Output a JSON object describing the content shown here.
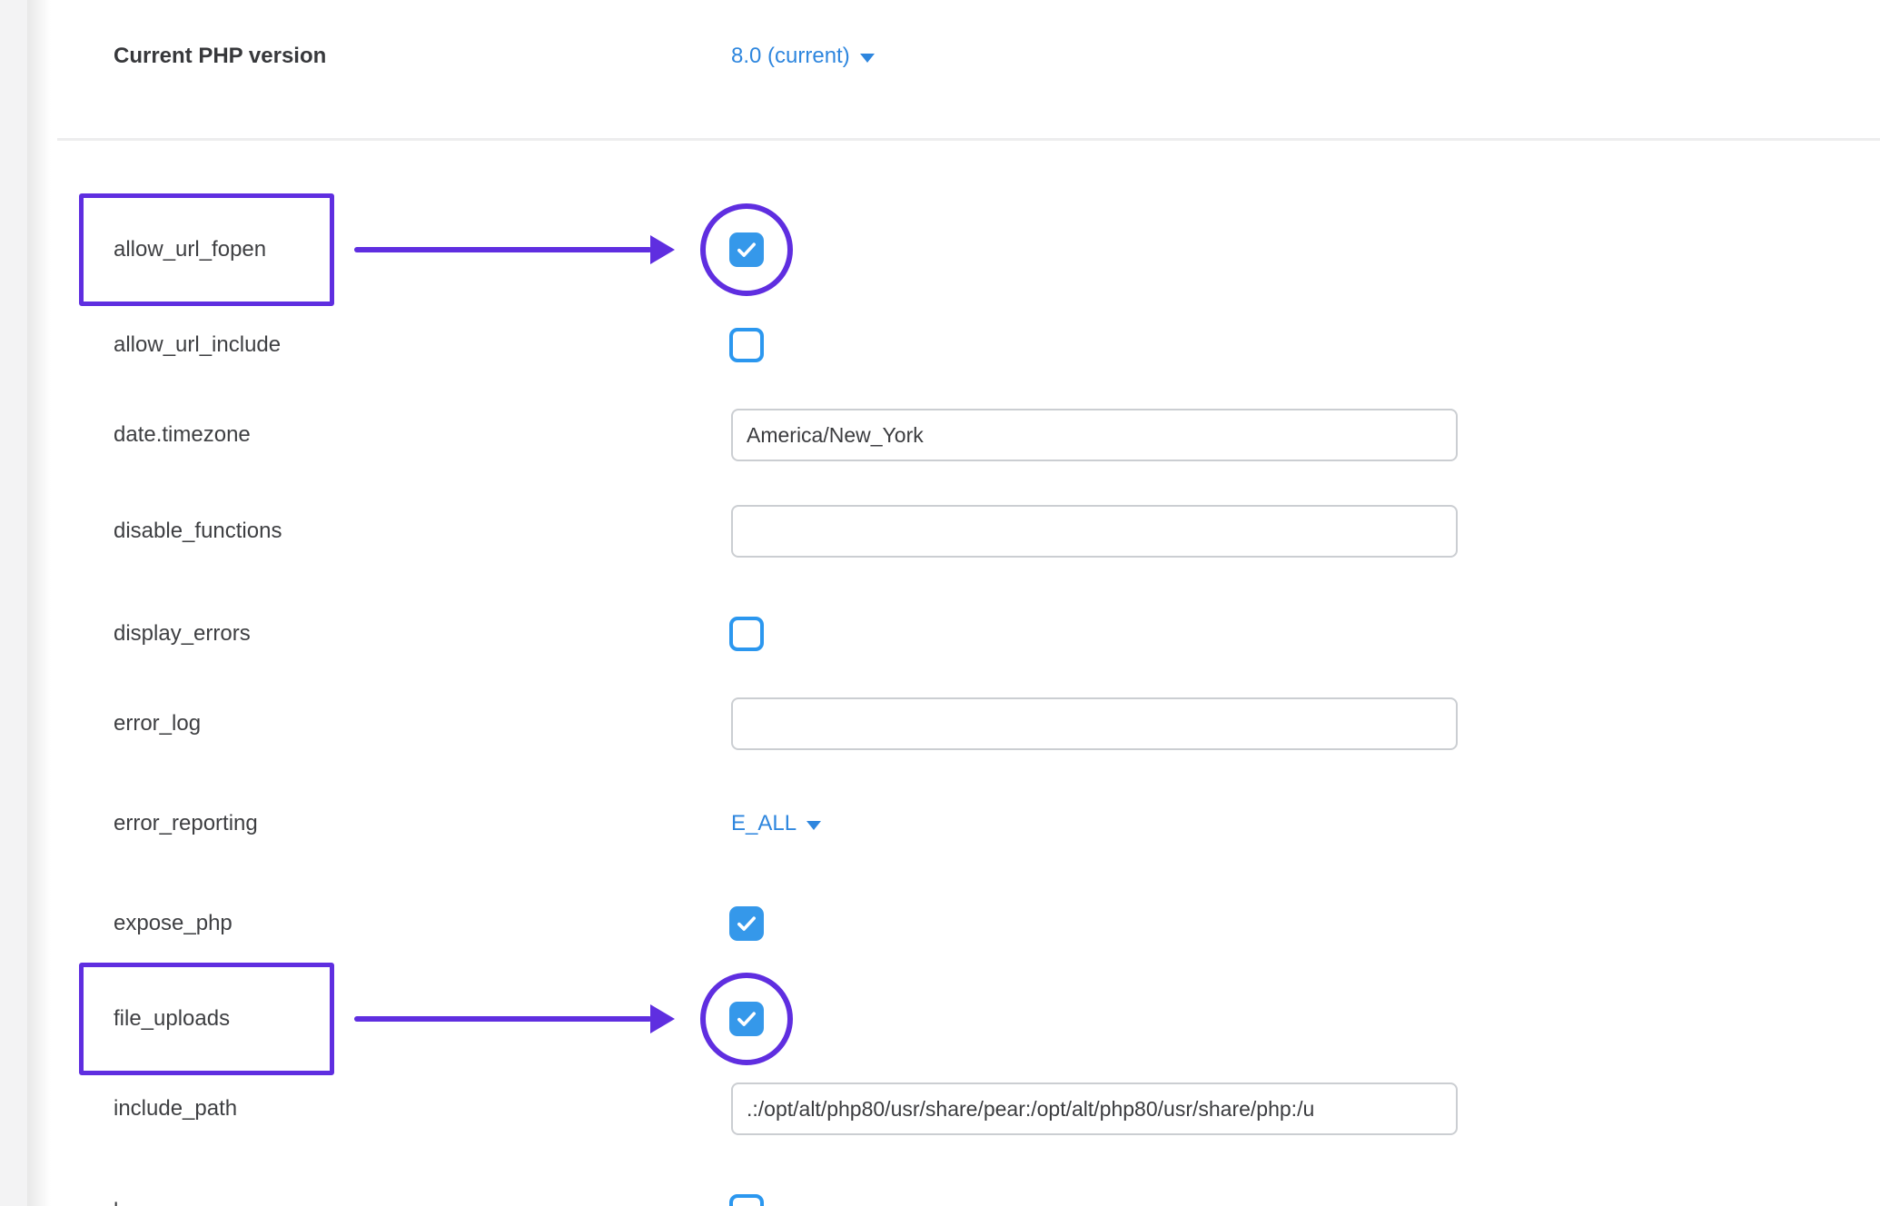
{
  "colors": {
    "link_blue": "#2e86de",
    "checkbox_blue": "#3598ea",
    "checkbox_border_blue": "#2b97ef",
    "annotation_purple": "#5f2ee0",
    "label_text": "#3e3f42",
    "divider": "#ededee",
    "rail_gray": "#f3f3f4",
    "input_border": "#cbced2"
  },
  "header": {
    "label": "Current PHP version",
    "value": "8.0 (current)",
    "dropdown_icon": "caret-down-icon"
  },
  "settings": [
    {
      "name": "allow_url_fopen",
      "control": "checkbox",
      "checked": true,
      "annotated": true
    },
    {
      "name": "allow_url_include",
      "control": "checkbox",
      "checked": false
    },
    {
      "name": "date.timezone",
      "control": "text-input",
      "value": "America/New_York"
    },
    {
      "name": "disable_functions",
      "control": "text-input",
      "value": ""
    },
    {
      "name": "display_errors",
      "control": "checkbox",
      "checked": false
    },
    {
      "name": "error_log",
      "control": "text-input",
      "value": ""
    },
    {
      "name": "error_reporting",
      "control": "dropdown-link",
      "value": "E_ALL"
    },
    {
      "name": "expose_php",
      "control": "checkbox",
      "checked": true
    },
    {
      "name": "file_uploads",
      "control": "checkbox",
      "checked": true,
      "annotated": true
    },
    {
      "name": "include_path",
      "control": "text-input",
      "value": ".:/opt/alt/php80/usr/share/pear:/opt/alt/php80/usr/share/php:/u"
    },
    {
      "name": "log_errors",
      "control": "checkbox",
      "checked": false
    }
  ]
}
